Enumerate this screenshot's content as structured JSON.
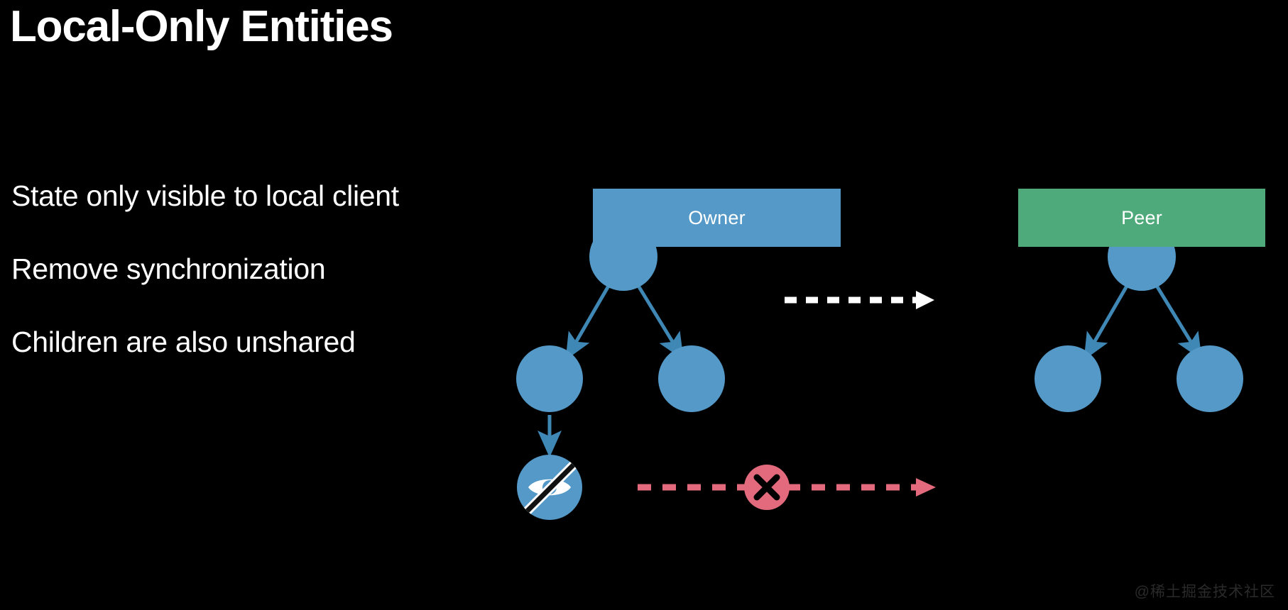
{
  "slide": {
    "title": "Local-Only Entities",
    "background_color": "#000000",
    "text_color": "#ffffff"
  },
  "bullets": [
    {
      "text": "State only visible to local client"
    },
    {
      "text": "Remove synchronization"
    },
    {
      "text": "Children are also unshared"
    }
  ],
  "diagram": {
    "owner_box": {
      "label": "Owner",
      "color": "#5499c7"
    },
    "peer_box": {
      "label": "Peer",
      "color": "#4faa7b"
    },
    "node_color": "#5499c7",
    "edge_color": "#3f87b5",
    "sync_arrow_color": "#ffffff",
    "blocked_arrow_color": "#e26a7c",
    "blocked_badge_color": "#e26a7c",
    "blocked_badge_mark_color": "#000000",
    "hidden_icon_color": "#ffffff",
    "owner_tree": {
      "nodes": [
        {
          "id": "owner-root",
          "role": "root"
        },
        {
          "id": "owner-child-left",
          "role": "child"
        },
        {
          "id": "owner-child-right",
          "role": "child"
        },
        {
          "id": "owner-hidden-node",
          "role": "local-only",
          "icon": "eye-slash-icon"
        }
      ],
      "edges": [
        {
          "from": "owner-root",
          "to": "owner-child-left"
        },
        {
          "from": "owner-root",
          "to": "owner-child-right"
        },
        {
          "from": "owner-child-left",
          "to": "owner-hidden-node"
        }
      ]
    },
    "peer_tree": {
      "nodes": [
        {
          "id": "peer-root",
          "role": "root"
        },
        {
          "id": "peer-child-left",
          "role": "child"
        },
        {
          "id": "peer-child-right",
          "role": "child"
        }
      ],
      "edges": [
        {
          "from": "peer-root",
          "to": "peer-child-left"
        },
        {
          "from": "peer-root",
          "to": "peer-child-right"
        }
      ]
    },
    "sync_arrow": {
      "style": "dashed",
      "direction": "right"
    },
    "blocked_arrow": {
      "style": "dashed",
      "direction": "right",
      "badge": "x-mark"
    }
  },
  "watermark": {
    "text": "@稀土掘金技术社区"
  }
}
